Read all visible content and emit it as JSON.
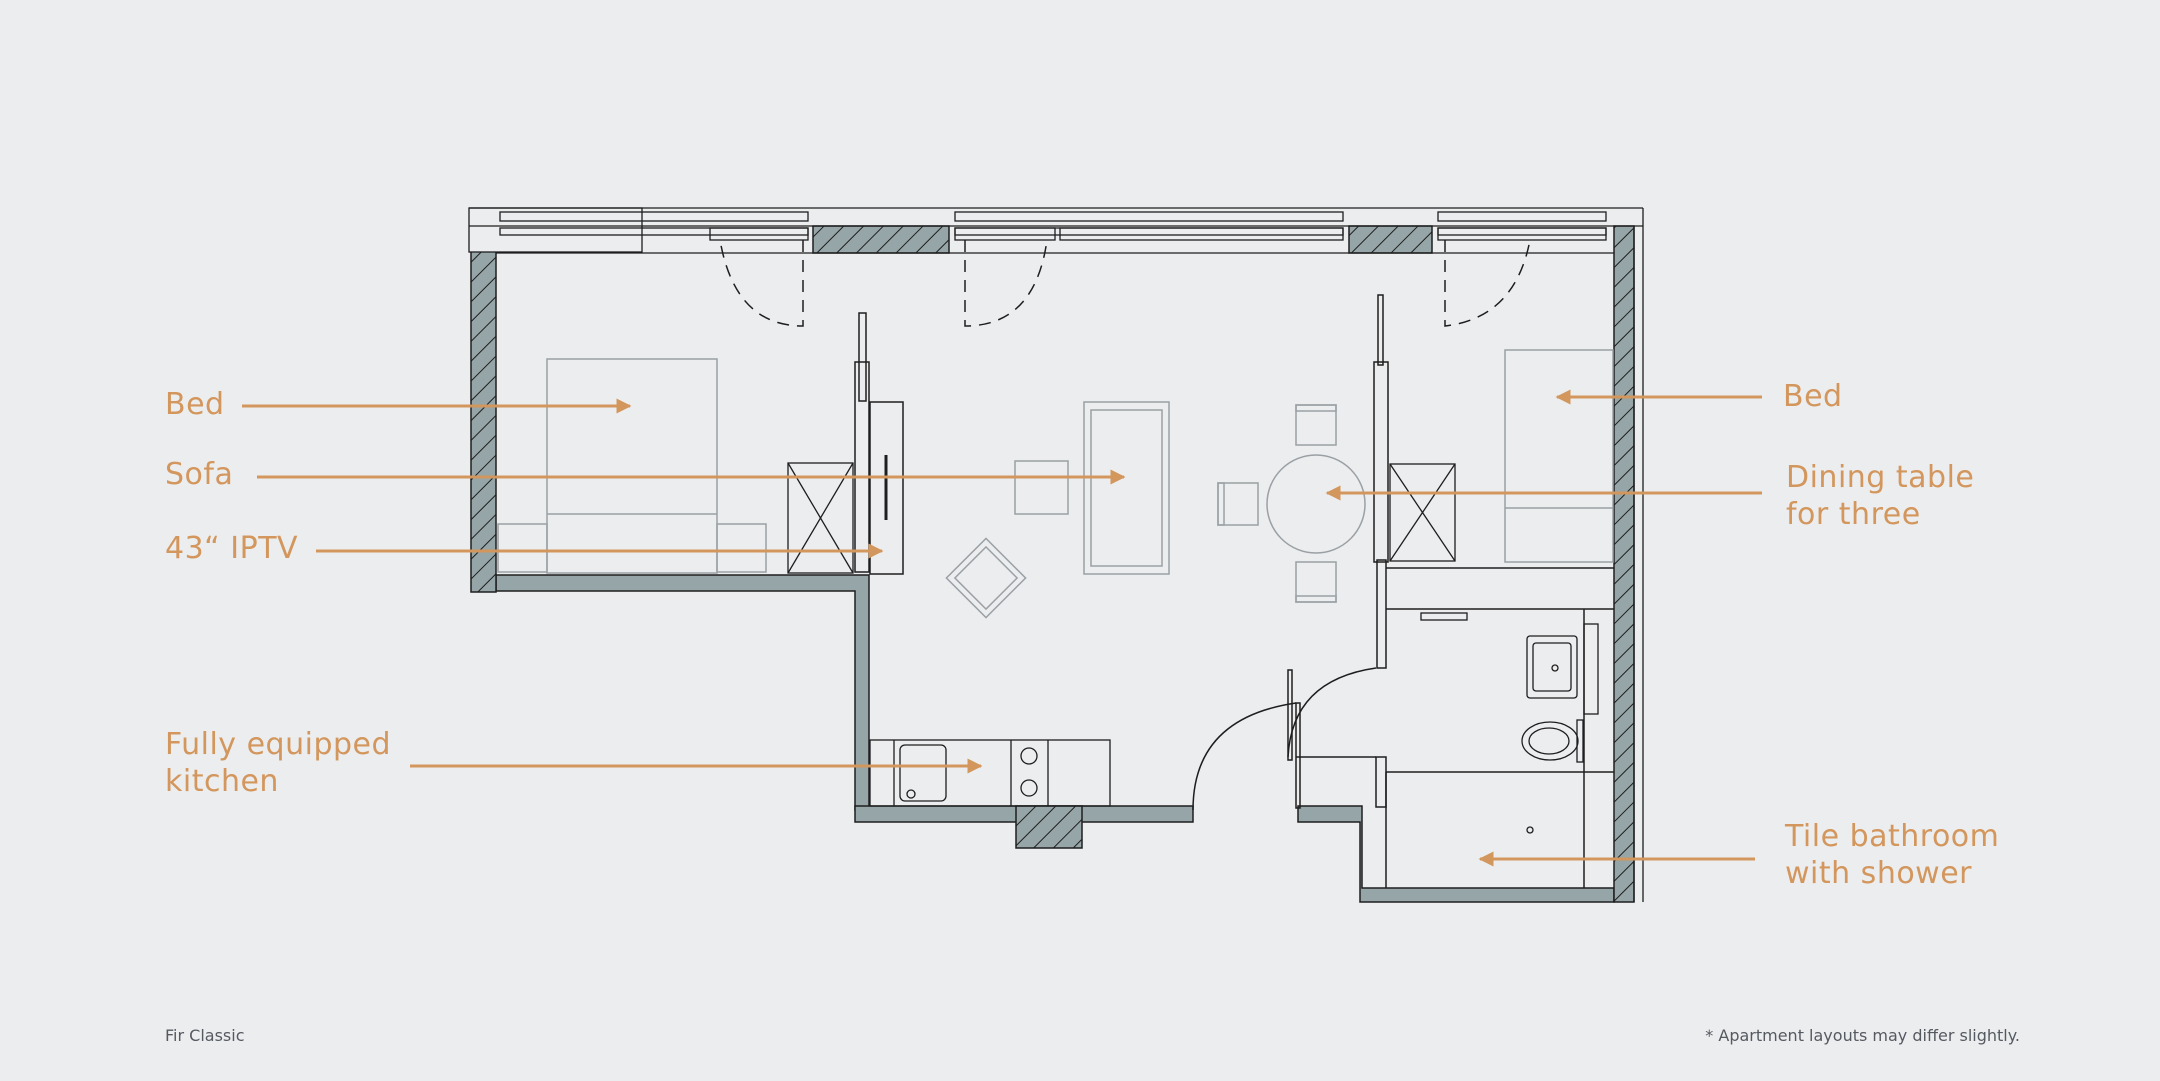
{
  "labels": {
    "bed_left": "Bed",
    "sofa": "Sofa",
    "iptv": "43“ IPTV",
    "kitchen": "Fully equipped\nkitchen",
    "bed_right": "Bed",
    "dining": "Dining table\nfor three",
    "bathroom": "Tile bathroom\nwith shower"
  },
  "footer": {
    "model_name": "Fir Classic",
    "disclaimer": "* Apartment layouts may differ slightly."
  },
  "colors": {
    "background": "#ecedef",
    "label_accent": "#d3965c",
    "wall_fill": "#96a5a8",
    "line": "#1e1e1e",
    "furniture_line": "#9aa0a4"
  }
}
